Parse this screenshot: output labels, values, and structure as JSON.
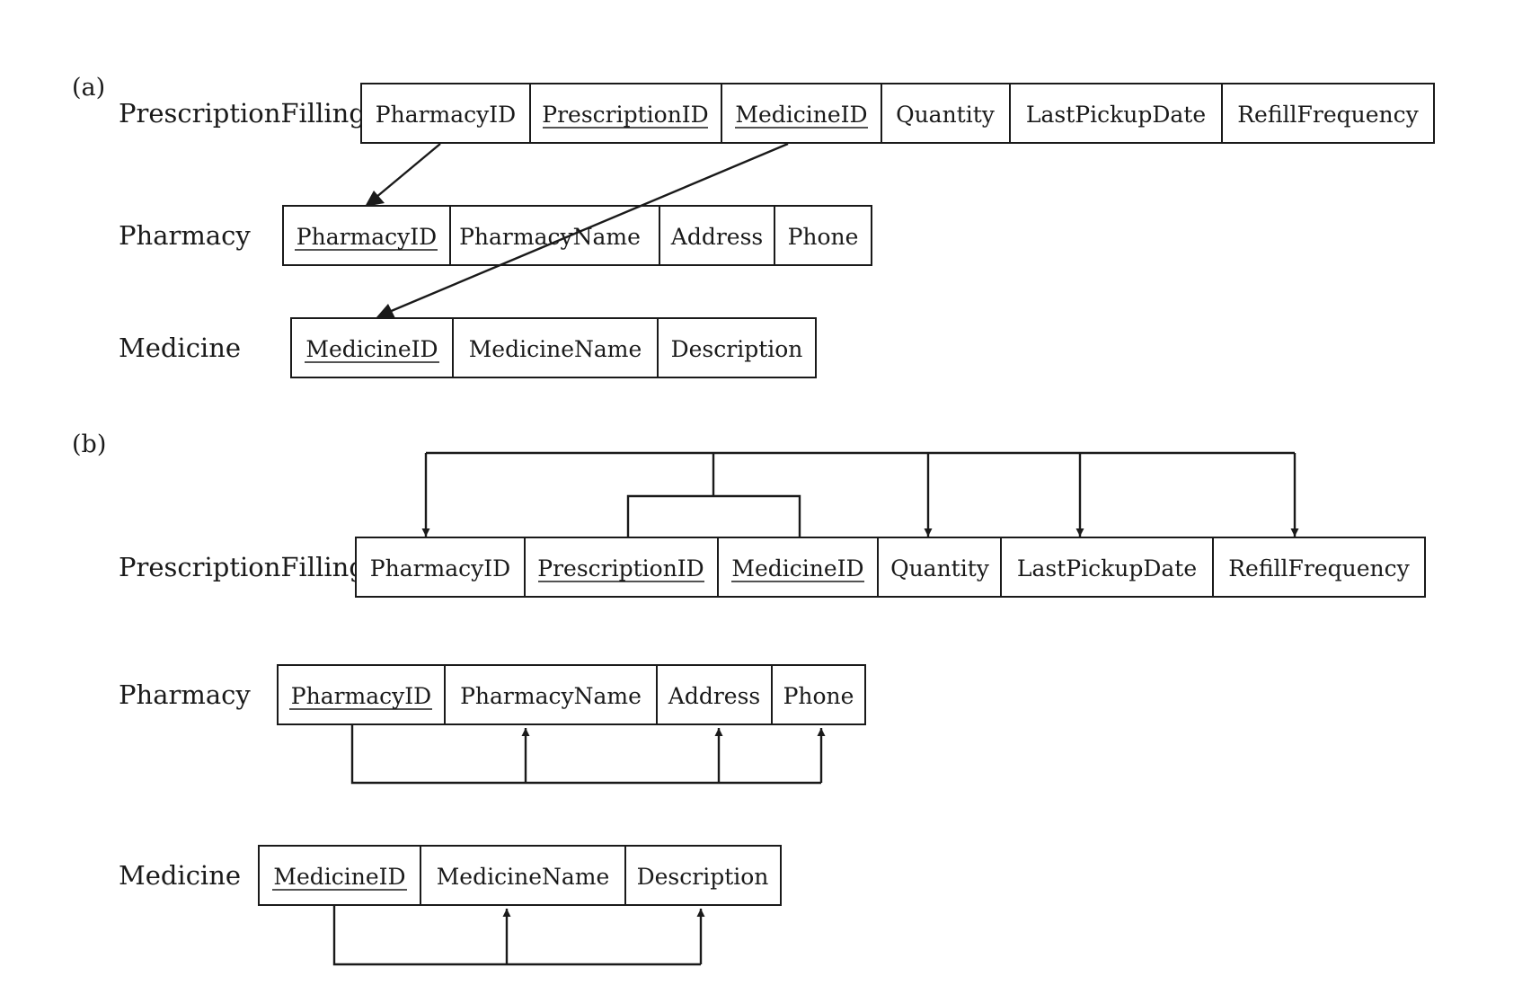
{
  "part_a": {
    "tag": "(a)",
    "relations": [
      {
        "name": "PrescriptionFilling",
        "attributes": [
          {
            "name": "PharmacyID",
            "key": false
          },
          {
            "name": "PrescriptionID",
            "key": true
          },
          {
            "name": "MedicineID",
            "key": true
          },
          {
            "name": "Quantity",
            "key": false
          },
          {
            "name": "LastPickupDate",
            "key": false
          },
          {
            "name": "RefillFrequency",
            "key": false
          }
        ]
      },
      {
        "name": "Pharmacy",
        "attributes": [
          {
            "name": "PharmacyID",
            "key": true
          },
          {
            "name": "PharmacyName",
            "key": false
          },
          {
            "name": "Address",
            "key": false
          },
          {
            "name": "Phone",
            "key": false
          }
        ]
      },
      {
        "name": "Medicine",
        "attributes": [
          {
            "name": "MedicineID",
            "key": true
          },
          {
            "name": "MedicineName",
            "key": false
          },
          {
            "name": "Description",
            "key": false
          }
        ]
      }
    ]
  },
  "part_b": {
    "tag": "(b)",
    "relations": [
      {
        "name": "PrescriptionFilling",
        "attributes": [
          {
            "name": "PharmacyID",
            "key": false
          },
          {
            "name": "PrescriptionID",
            "key": true
          },
          {
            "name": "MedicineID",
            "key": true
          },
          {
            "name": "Quantity",
            "key": false
          },
          {
            "name": "LastPickupDate",
            "key": false
          },
          {
            "name": "RefillFrequency",
            "key": false
          }
        ]
      },
      {
        "name": "Pharmacy",
        "attributes": [
          {
            "name": "PharmacyID",
            "key": true
          },
          {
            "name": "PharmacyName",
            "key": false
          },
          {
            "name": "Address",
            "key": false
          },
          {
            "name": "Phone",
            "key": false
          }
        ]
      },
      {
        "name": "Medicine",
        "attributes": [
          {
            "name": "MedicineID",
            "key": true
          },
          {
            "name": "MedicineName",
            "key": false
          },
          {
            "name": "Description",
            "key": false
          }
        ]
      }
    ]
  }
}
